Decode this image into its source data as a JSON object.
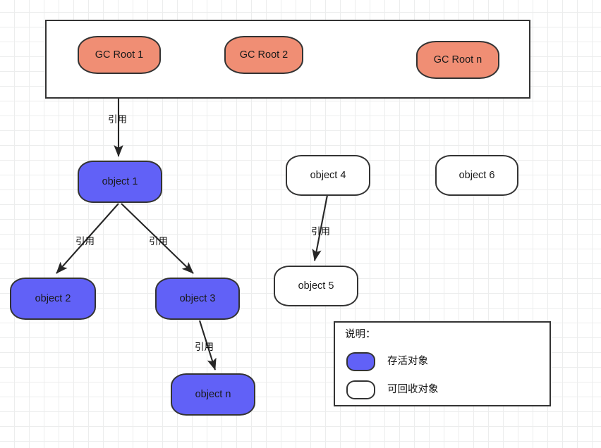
{
  "diagram": {
    "title": "GC Roots reachability diagram",
    "colors": {
      "root_fill": "#f08E74",
      "live_fill": "#6161F7",
      "dead_fill": "#ffffff",
      "stroke": "#333333",
      "grid": "#eceded"
    },
    "roots_container": {
      "label": ""
    },
    "roots": [
      {
        "label": "GC Root 1"
      },
      {
        "label": "GC Root 2"
      },
      {
        "label": "GC Root n"
      }
    ],
    "objects": [
      {
        "label": "object 1",
        "state": "live"
      },
      {
        "label": "object 2",
        "state": "live"
      },
      {
        "label": "object 3",
        "state": "live"
      },
      {
        "label": "object n",
        "state": "live"
      },
      {
        "label": "object 4",
        "state": "dead"
      },
      {
        "label": "object 5",
        "state": "dead"
      },
      {
        "label": "object 6",
        "state": "dead"
      }
    ],
    "edges": [
      {
        "from": "GC Root 1",
        "to": "object 1",
        "label": "引用"
      },
      {
        "from": "object 1",
        "to": "object 2",
        "label": "引用"
      },
      {
        "from": "object 1",
        "to": "object 3",
        "label": "引用"
      },
      {
        "from": "object 3",
        "to": "object n",
        "label": "引用"
      },
      {
        "from": "object 4",
        "to": "object 5",
        "label": "引用"
      }
    ],
    "legend": {
      "title": "说明：",
      "items": [
        {
          "label": "存活对象",
          "swatch": "#6161F7"
        },
        {
          "label": "可回收对象",
          "swatch": "#ffffff"
        }
      ]
    }
  }
}
